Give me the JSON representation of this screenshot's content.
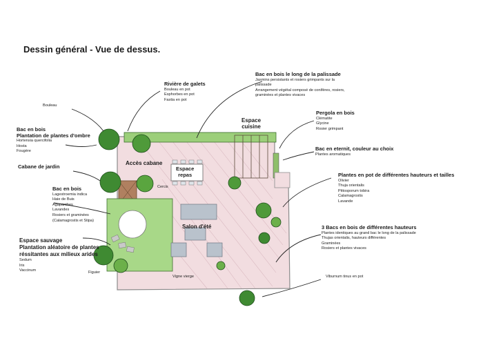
{
  "title": "Dessin général - Vue de dessus.",
  "labels": {
    "riviere": {
      "heading": "Rivière de galets",
      "items": [
        "Bouleau en pot",
        "Esphorbes en pot",
        "Fastia en pot"
      ]
    },
    "bac_palissade": {
      "heading": "Bac en bois le long de la palissade",
      "items": [
        "Jasmins persistants et rosiers grimpants sur la",
        "palissade",
        "Arrangement végétal composé de conifères, rosiers,",
        "graminées et plantes vivaces"
      ]
    },
    "bouleau": "Bouleau",
    "bac_ombre": {
      "heading1": "Bac en bois",
      "heading2": "Plantation de plantes d'ombre",
      "items": [
        "Hortensia quercifolia",
        "Hosta",
        "Fougère"
      ]
    },
    "pergola": {
      "heading": "Pergola en bois",
      "items": [
        "Clématite",
        "Glycine",
        "Rosier grimpant"
      ]
    },
    "eternit": {
      "heading": "Bac en eternit, couleur au choix",
      "items": [
        "Plantes aromatiques"
      ]
    },
    "cabane": "Cabane de jardin",
    "bac_bois": {
      "heading": "Bac en bois",
      "items": [
        "Lagestroemia indica",
        "Haie de Buis",
        "Agapanthes",
        "Lavandes",
        "Rosiers et graminées",
        "(Calamagrostis et Stipa)"
      ]
    },
    "pots": {
      "heading": "Plantes en pot de différentes hauteurs et tailles",
      "items": [
        "Olivier",
        "Thuja orientalis",
        "Pittosporum tobira",
        "Calamagrostis",
        "Lavande"
      ]
    },
    "trois_bacs": {
      "heading": "3 Bacs en bois de différentes hauteurs",
      "items": [
        "Plantes identiques au grand bac le long de la palissade",
        "Thujas orientalis, hauteurs différentes",
        "Graminées",
        "Rosiers et plantes vivaces"
      ]
    },
    "sauvage": {
      "heading": [
        "Espace sauvage",
        "Plantation aléatoire de plantes",
        "réssitantes aux milieux arides"
      ],
      "items": [
        "Sedum",
        "Iris",
        "Vaccinum"
      ]
    },
    "viburnum": "Viburnum tinus en pot",
    "figuier": "Figuier",
    "vigne": "Vigne vierge"
  },
  "plan_labels": {
    "espace_cuisine": "Espace\ncuisine",
    "acces_cabane": "Accès cabane",
    "espace_repas": "Espace\nrepas",
    "cercis": "Cercis",
    "salon_ete": "Salon d'été"
  },
  "colors": {
    "deck": "#f2dde0",
    "deck_lines": "#d7b3ba",
    "wall": "#8a8a8a",
    "green_dark": "#2f6b2a",
    "green_mid": "#4f9a3a",
    "green_light": "#8cc46a",
    "furniture": "#b9c2cc",
    "path": "#c7a28a"
  }
}
